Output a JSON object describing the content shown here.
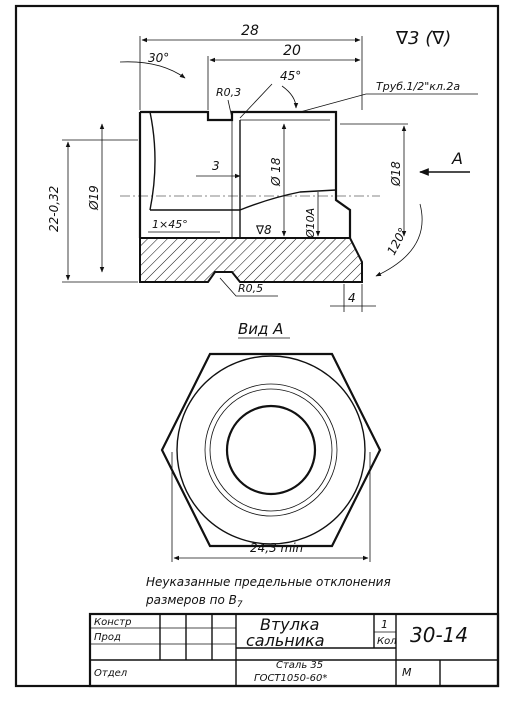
{
  "roughness": {
    "main": "∇3 (∇)",
    "bore": "∇8"
  },
  "dimensions": {
    "overall_length": "28",
    "length_20": "20",
    "angle_30": "30°",
    "radius_03": "R0,3",
    "angle_45": "45°",
    "thread": "Труб.1/2\"кл.2а",
    "height_22": "22-0,32",
    "dia_19": "Ø19",
    "dim_3": "3",
    "dia_18_inner": "Ø 18",
    "dia_18_outer": "Ø18",
    "chamfer": "1×45°",
    "dia_10": "Ø10А",
    "angle_120": "120°",
    "radius_05": "R0,5",
    "dim_4": "4",
    "view_arrow": "A",
    "across_flats": "24,3 min"
  },
  "view_label": "Вид А",
  "note": {
    "line1": "Неуказанные предельные отклонения",
    "line2": "размеров по B",
    "line2_sub": "7"
  },
  "title_block": {
    "role_1": "Констр",
    "role_2": "Прод",
    "role_3": "Отдел",
    "title_line1": "Втулка",
    "title_line2": "сальника",
    "qty_value": "1",
    "qty_label": "Кол",
    "drawing_number": "30-14",
    "material_line1": "Сталь 35",
    "material_line2": "ГОСТ1050-60*",
    "scale_letter": "М"
  }
}
